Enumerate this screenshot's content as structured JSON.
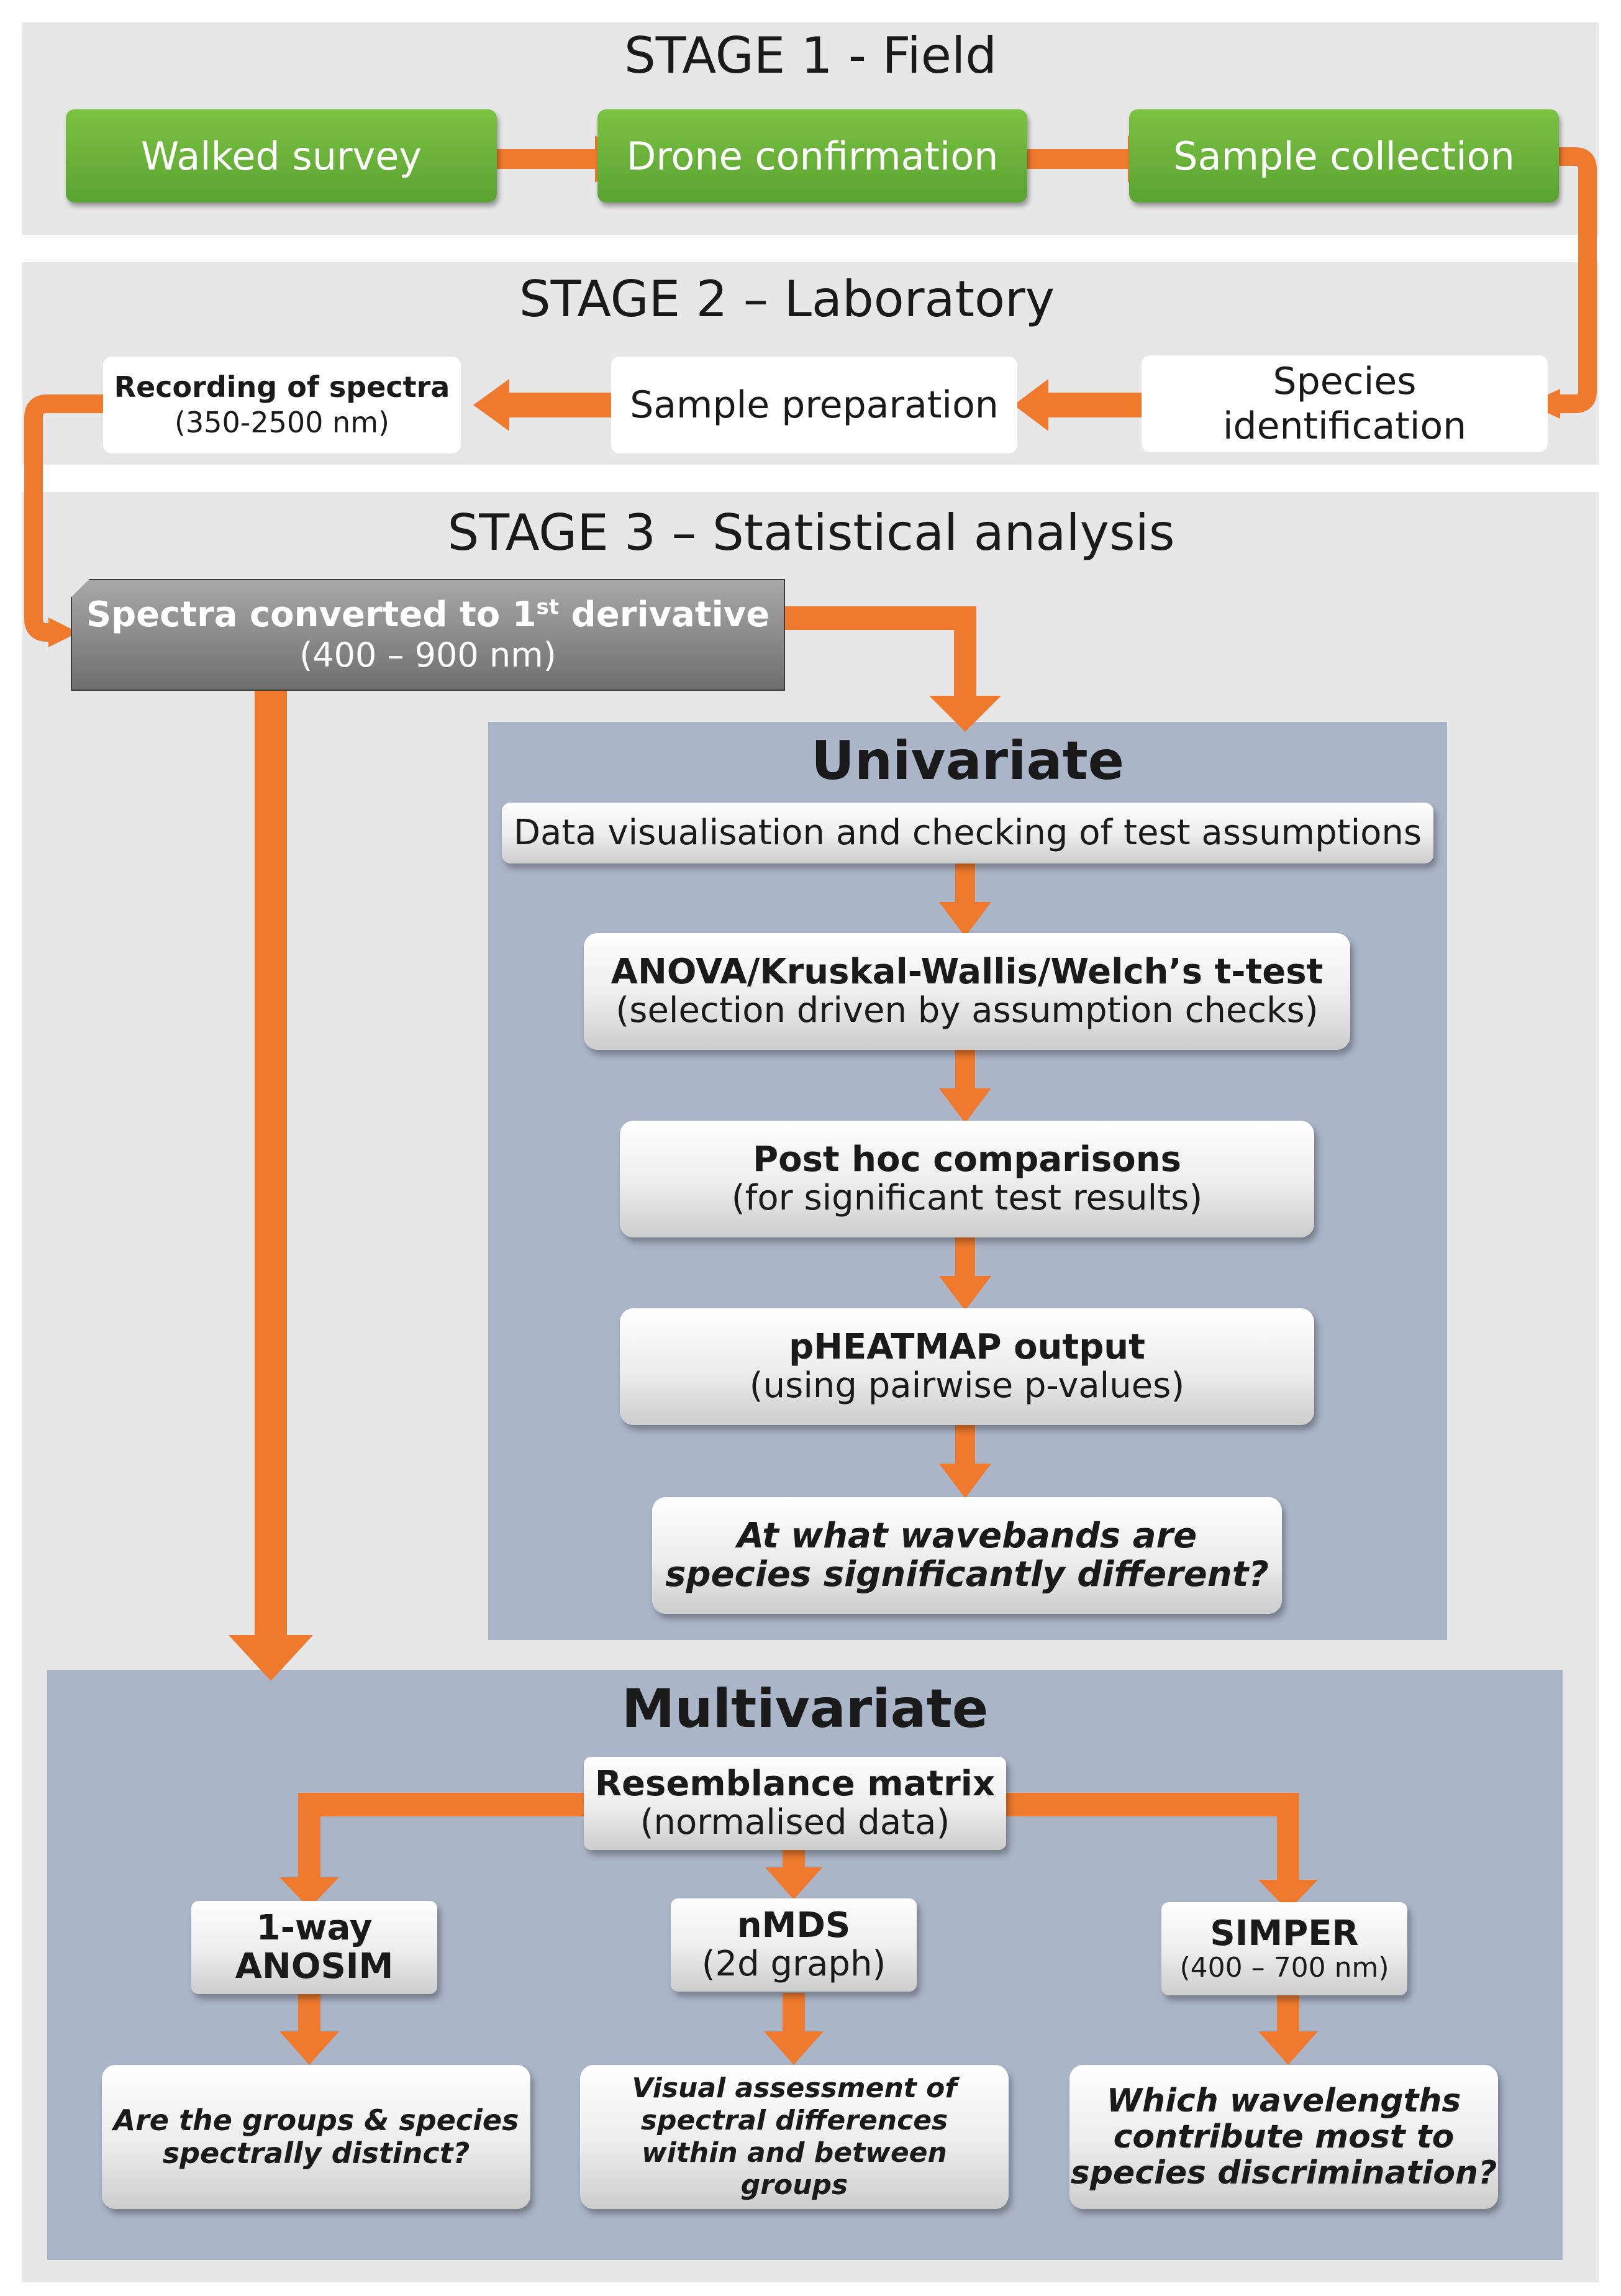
{
  "stage1": {
    "title": "STAGE 1 - Field",
    "steps": [
      "Walked survey",
      "Drone confirmation",
      "Sample collection"
    ]
  },
  "stage2": {
    "title": "STAGE 2 – Laboratory",
    "species_identification": [
      "Species",
      "identification"
    ],
    "sample_preparation": "Sample preparation",
    "recording_of_spectra": {
      "line1": "Recording of spectra",
      "line2": "(350-2500 nm)"
    }
  },
  "stage3": {
    "title": "STAGE 3 – Statistical analysis",
    "derivative": {
      "line1_pre": "Spectra converted to 1",
      "line1_sup": "st",
      "line1_post": " derivative",
      "line2": "(400 – 900 nm)"
    }
  },
  "univariate": {
    "title": "Univariate",
    "data_visualisation": "Data visualisation and checking of test assumptions",
    "tests": {
      "line1": "ANOVA/Kruskal-Wallis/Welch’s t-test",
      "line2": "(selection driven by assumption checks)"
    },
    "post_hoc": {
      "line1": "Post hoc comparisons",
      "line2": "(for significant test results)"
    },
    "pheatmap": {
      "line1": "pHEATMAP output",
      "line2": "(using pairwise p-values)"
    },
    "question": [
      "At what wavebands are",
      "species significantly different?"
    ]
  },
  "multivariate": {
    "title": "Multivariate",
    "resemblance": {
      "line1": "Resemblance matrix",
      "line2": "(normalised data)"
    },
    "anosim": {
      "line1": "1-way",
      "line2": "ANOSIM"
    },
    "nmds": {
      "line1": "nMDS",
      "line2": "(2d graph)"
    },
    "simper": {
      "line1": "SIMPER",
      "line2": "(400 – 700 nm)"
    },
    "q_anosim": [
      "Are the groups & species",
      "spectrally distinct?"
    ],
    "q_nmds": [
      "Visual assessment of",
      "spectral differences",
      "within and between",
      "groups"
    ],
    "q_simper": [
      "Which wavelengths",
      "contribute most to",
      "species discrimination?"
    ]
  },
  "colors": {
    "arrow": "#ef7a2e",
    "green": "#6cb33f",
    "panel": "#aab5c8",
    "stage_bg": "#e7e7e7",
    "grey_box": "#8c8c8c"
  }
}
